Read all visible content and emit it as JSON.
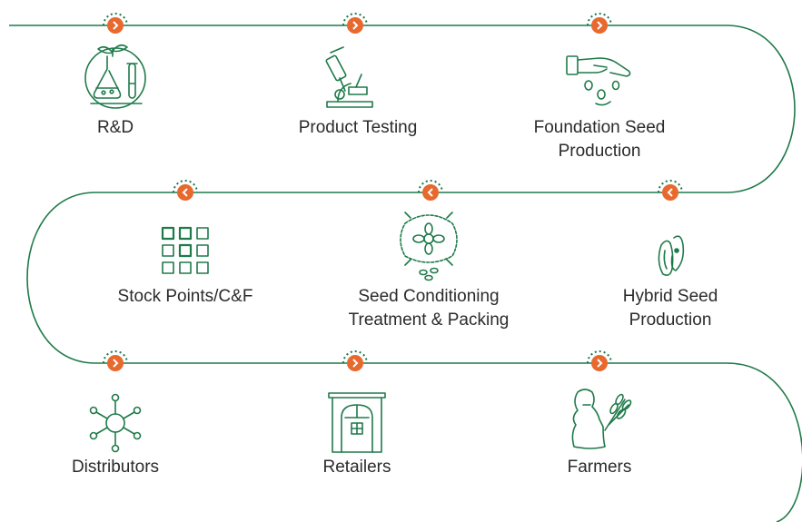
{
  "colors": {
    "track": "#1f7a4a",
    "accent": "#e8692e",
    "icon": "#1f7a4a",
    "text": "#2b2b2b"
  },
  "rows": [
    {
      "direction": "right",
      "steps": [
        {
          "icon": "lab-flask-plant-icon",
          "label_lines": [
            "R&D"
          ]
        },
        {
          "icon": "microscope-icon",
          "label_lines": [
            "Product Testing"
          ]
        },
        {
          "icon": "hand-sowing-seeds-icon",
          "label_lines": [
            "Foundation Seed",
            "Production"
          ]
        }
      ]
    },
    {
      "direction": "left",
      "steps": [
        {
          "icon": "stock-grid-icon",
          "label_lines": [
            "Stock Points/C&F"
          ]
        },
        {
          "icon": "seed-bag-icon",
          "label_lines": [
            "Seed Conditioning",
            "Treatment & Packing"
          ]
        },
        {
          "icon": "hybrid-seed-icon",
          "label_lines": [
            "Hybrid Seed",
            "Production"
          ]
        }
      ]
    },
    {
      "direction": "right",
      "steps": [
        {
          "icon": "distribution-network-icon",
          "label_lines": [
            "Distributors"
          ]
        },
        {
          "icon": "retail-store-icon",
          "label_lines": [
            "Retailers"
          ]
        },
        {
          "icon": "farmer-wheat-icon",
          "label_lines": [
            "Farmers"
          ]
        }
      ]
    }
  ]
}
